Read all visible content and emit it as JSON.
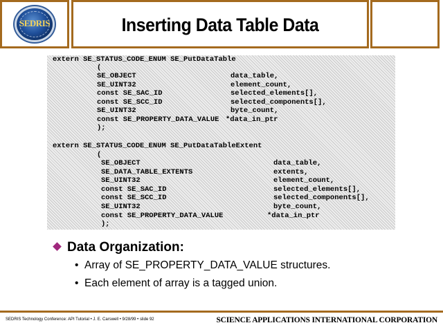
{
  "logo": {
    "text": "SEDRIS"
  },
  "title": "Inserting Data Table Data",
  "code": {
    "block1": [
      {
        "a": "extern SE_STATUS_CODE_ENUM SE_PutDataTable",
        "b": ""
      },
      {
        "a": "(",
        "b": ""
      },
      {
        "a": "SE_OBJECT",
        "b": "data_table,"
      },
      {
        "a": "SE_UINT32",
        "b": "element_count,"
      },
      {
        "a": "const SE_SAC_ID",
        "b": "selected_elements[],"
      },
      {
        "a": "const SE_SCC_ID",
        "b": "selected_components[],"
      },
      {
        "a": "SE_UINT32",
        "b": "byte_count,"
      },
      {
        "a": "const SE_PROPERTY_DATA_VALUE",
        "b": "*data_in_ptr"
      },
      {
        "a": ");",
        "b": ""
      }
    ],
    "block2": [
      {
        "a": "extern SE_STATUS_CODE_ENUM SE_PutDataTableExtent",
        "b": ""
      },
      {
        "a": "(",
        "b": ""
      },
      {
        "a": "SE_OBJECT",
        "b": "data_table,"
      },
      {
        "a": "SE_DATA_TABLE_EXTENTS",
        "b": "extents,"
      },
      {
        "a": "SE_UINT32",
        "b": "element_count,"
      },
      {
        "a": "const SE_SAC_ID",
        "b": "selected_elements[],"
      },
      {
        "a": "const SE_SCC_ID",
        "b": "selected_components[],"
      },
      {
        "a": "SE_UINT32",
        "b": "byte_count,"
      },
      {
        "a": "const SE_PROPERTY_DATA_VALUE",
        "b": "*data_in_ptr"
      },
      {
        "a": ");",
        "b": ""
      }
    ]
  },
  "bullets": {
    "main": "Data Organization:",
    "subs": [
      "Array of SE_PROPERTY_DATA_VALUE structures.",
      "Each element of array is a tagged union."
    ]
  },
  "footer": {
    "left": "SEDRIS Technology Conference: API Tutorial • J. E. Carswell • 9/28/99 • slide 92",
    "right": "SCIENCE APPLICATIONS INTERNATIONAL CORPORATION"
  },
  "colors": {
    "frame": "#a46a1e",
    "bullet": "#a0287d"
  }
}
